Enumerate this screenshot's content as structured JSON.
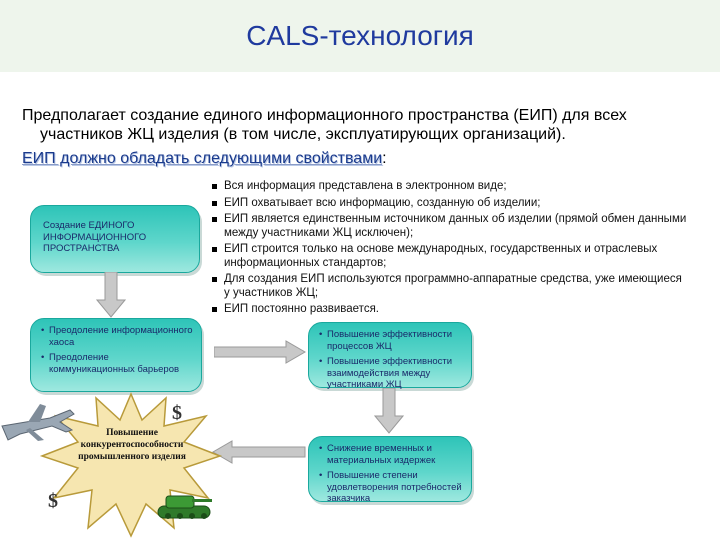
{
  "title": "CALS-технология",
  "intro": {
    "line1": "Предполагает создание единого информационного пространства (ЕИП) для всех",
    "line2": "участников ЖЦ изделия (в том числе, эксплуатирующих организаций)."
  },
  "subhead": {
    "label": "ЕИП должно обладать следующими свойствами",
    "colon": ":"
  },
  "bullets": [
    "Вся информация представлена в электронном виде;",
    "ЕИП охватывает всю информацию, созданную об изделии;",
    "ЕИП является единственным источником данных об изделии (прямой обмен данными между участниками ЖЦ исключен);",
    "ЕИП строится только на основе международных, государственных и отраслевых информационных стандартов;",
    "Для создания ЕИП используются программно-аппаратные средства, уже имеющиеся у участников ЖЦ;",
    "ЕИП постоянно развивается."
  ],
  "diagram": {
    "box1": "Создание ЕДИНОГО ИНФОРМАЦИОННОГО ПРОСТРАНСТВА",
    "box2": [
      "Преодоление информационного хаоса",
      "Преодоление коммуникационных барьеров"
    ],
    "box3": [
      "Повышение эффективности процессов ЖЦ",
      "Повышение эффективности взаимодействия между участниками ЖЦ"
    ],
    "box4": [
      "Снижение временных и материальных издержек",
      "Повышение степени удовлетворения потребностей заказчика"
    ],
    "star": "Повышение конкурентоспособности промышленного изделия",
    "dollar_symbol": "$"
  },
  "colors": {
    "title": "#1f3a9e",
    "title_band": "#eef5ec",
    "box_fill": "#2ec4b8",
    "star_fill": "#f6e6b0",
    "arrow": "#c8c8c8"
  },
  "icons": [
    "airplane-icon",
    "tank-icon",
    "dollar-icon",
    "star-burst-icon",
    "arrow-icon"
  ]
}
